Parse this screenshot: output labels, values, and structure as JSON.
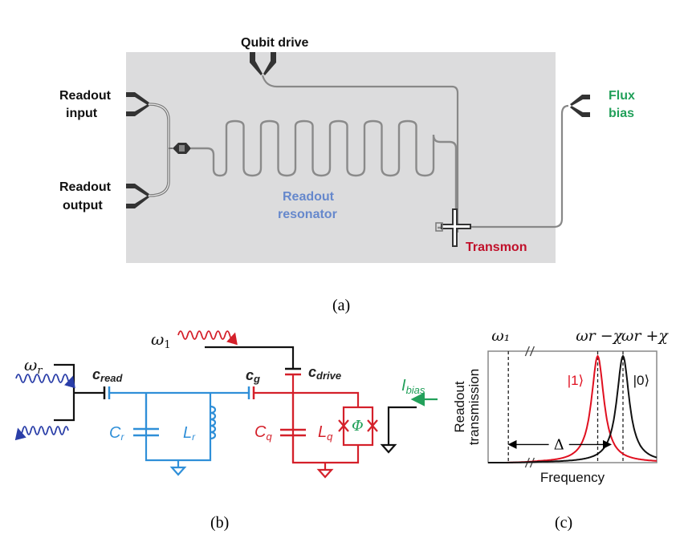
{
  "panel_a": {
    "caption": "(a)",
    "labels": {
      "qubit_drive": "Qubit drive",
      "readout_input_1": "Readout",
      "readout_input_2": "input",
      "readout_output_1": "Readout",
      "readout_output_2": "output",
      "readout_resonator_1": "Readout",
      "readout_resonator_2": "resonator",
      "flux_bias_1": "Flux",
      "flux_bias_2": "bias",
      "transmon": "Transmon"
    },
    "colors": {
      "chip_bg": "#dcdcdd",
      "resonator_label": "#6688cc",
      "flux_label": "#22a05a",
      "transmon_label": "#c0102a"
    }
  },
  "panel_b": {
    "caption": "(b)",
    "labels": {
      "omega_r": "ω",
      "omega_r_sub": "r",
      "omega_1": "ω",
      "omega_1_sub": "1",
      "c_read": "c",
      "c_read_sub": "read",
      "c_g": "c",
      "c_g_sub": "g",
      "c_drive": "c",
      "c_drive_sub": "drive",
      "C_r": "C",
      "C_r_sub": "r",
      "L_r": "L",
      "L_r_sub": "r",
      "C_q": "C",
      "C_q_sub": "q",
      "L_q": "L",
      "L_q_sub": "q",
      "phi": "Φ",
      "I_bias": "I",
      "I_bias_sub": "bias"
    },
    "colors": {
      "resonator": "#2f8fd8",
      "qubit": "#d4202a",
      "input_wave": "#2a3ea8",
      "flux": "#22a05a"
    }
  },
  "panel_c": {
    "caption": "(c)",
    "chart_data": {
      "type": "line",
      "title": "",
      "xlabel": "Frequency",
      "ylabel_line1": "Readout",
      "ylabel_line2": "transmission",
      "top_labels": {
        "omega_1": "ω₁",
        "omega_minus": "ωr −χ",
        "omega_plus": "ωr +χ"
      },
      "annotations": {
        "delta": "Δ",
        "state_1": "|1⟩",
        "state_0": "|0⟩"
      },
      "x_range": [
        0,
        1
      ],
      "y_range": [
        0,
        1
      ],
      "marker_lines_x": [
        0.12,
        0.65,
        0.8
      ],
      "series": [
        {
          "name": "|1⟩",
          "color": "#e01020",
          "center": 0.65,
          "width": 0.045,
          "peak": 1.0
        },
        {
          "name": "|0⟩",
          "color": "#111111",
          "center": 0.8,
          "width": 0.045,
          "peak": 1.0
        }
      ],
      "axis_break": true
    }
  }
}
